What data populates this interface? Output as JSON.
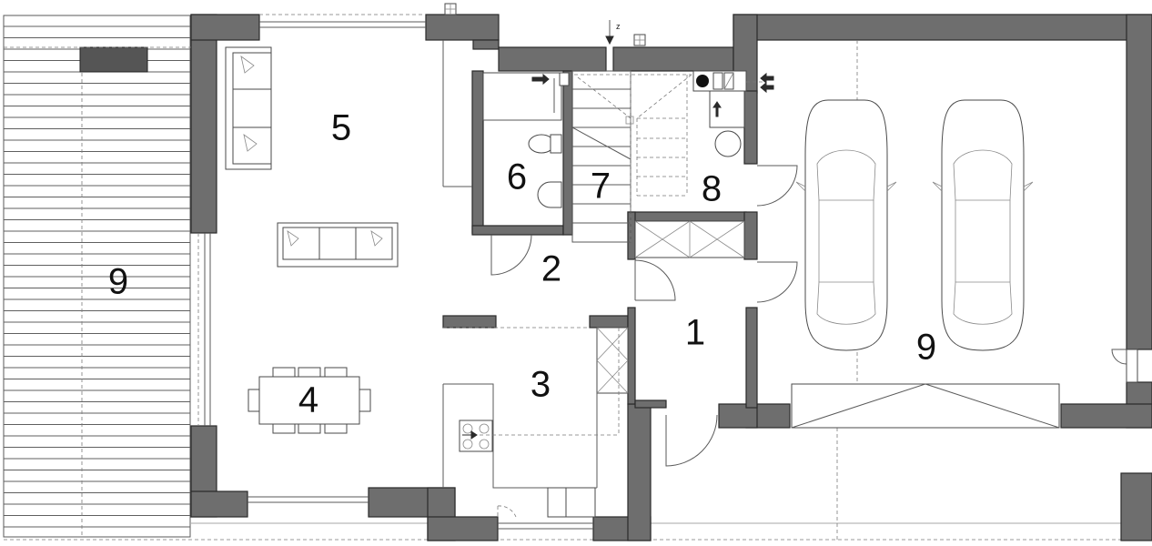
{
  "rooms": [
    {
      "id": "1",
      "label": "1"
    },
    {
      "id": "2",
      "label": "2"
    },
    {
      "id": "3",
      "label": "3"
    },
    {
      "id": "4",
      "label": "4"
    },
    {
      "id": "5",
      "label": "5"
    },
    {
      "id": "6",
      "label": "6"
    },
    {
      "id": "7",
      "label": "7"
    },
    {
      "id": "8",
      "label": "8"
    },
    {
      "id": "9-terrace",
      "label": "9"
    },
    {
      "id": "9-garage",
      "label": "9"
    }
  ],
  "entrance_marker": "z",
  "colors": {
    "wall": "#6e6e6e",
    "line": "#5a5a5a",
    "text": "#111111"
  }
}
